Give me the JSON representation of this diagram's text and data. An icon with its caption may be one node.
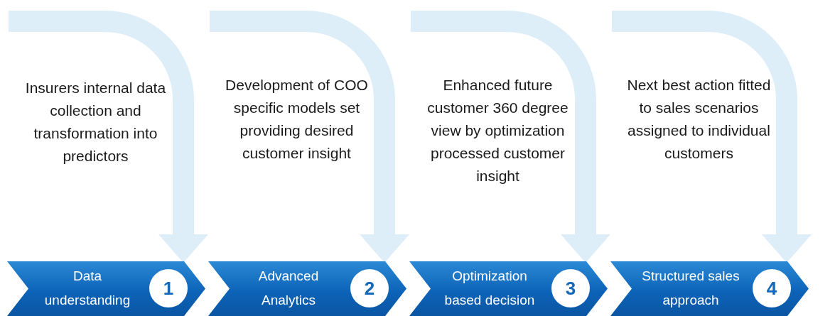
{
  "diagram": {
    "nodes": [
      {
        "text": [
          "Data understanding"
        ]
      },
      {
        "text": [
          "1"
        ],
        "in": 0
      },
      {
        "text": [
          "Advanced Analytics"
        ]
      },
      {
        "text": [
          "2"
        ],
        "in": 2
      },
      {
        "text": [
          "Optimization based decision"
        ]
      },
      {
        "text": [
          "3"
        ],
        "in": 4
      },
      {
        "text": [
          "Structured sales approach"
        ]
      },
      {
        "text": [
          "4"
        ],
        "in": 6
      }
    ],
    "edges": [
      {
        "from": null,
        "to": 0,
        "arrow": "to"
      },
      {
        "from": null,
        "to": 2,
        "arrow": "to"
      },
      {
        "from": null,
        "to": 4,
        "arrow": "to"
      },
      {
        "from": null,
        "to": 6,
        "arrow": "to"
      }
    ],
    "labels": [
      "Insurers internal data collection and transformation into predictors",
      "Development of COO specific models set providing desired customer insight",
      "Enhanced future customer 360 degree view by optimization processed customer insight",
      "Next best action fitted to sales scenarios assigned to individual customers"
    ]
  }
}
